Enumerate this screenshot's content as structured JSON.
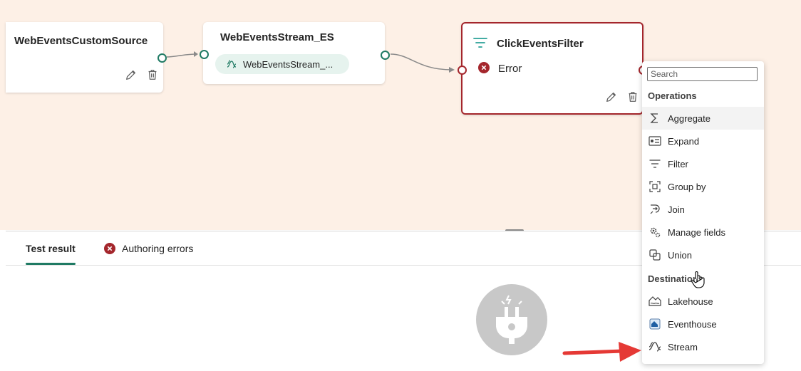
{
  "canvas": {
    "nodes": {
      "source": {
        "title": "WebEventsCustomSource"
      },
      "stream": {
        "title": "WebEventsStream_ES",
        "pill_label": "WebEventsStream_..."
      },
      "filter": {
        "title": "ClickEventsFilter",
        "status": "Error"
      }
    }
  },
  "bottom": {
    "tabs": [
      {
        "label": "Test result",
        "active": true
      },
      {
        "label": "Authoring errors",
        "active": false
      }
    ]
  },
  "menu": {
    "search_placeholder": "Search",
    "sections": {
      "operations": "Operations",
      "destinations": "Destinations"
    },
    "operations": [
      {
        "label": "Aggregate",
        "icon": "sigma-icon"
      },
      {
        "label": "Expand",
        "icon": "expand-icon"
      },
      {
        "label": "Filter",
        "icon": "filter-icon"
      },
      {
        "label": "Group by",
        "icon": "group-by-icon"
      },
      {
        "label": "Join",
        "icon": "join-icon"
      },
      {
        "label": "Manage fields",
        "icon": "gear-icon"
      },
      {
        "label": "Union",
        "icon": "union-icon"
      }
    ],
    "destinations": [
      {
        "label": "Lakehouse",
        "icon": "lakehouse-icon"
      },
      {
        "label": "Eventhouse",
        "icon": "eventhouse-icon"
      },
      {
        "label": "Stream",
        "icon": "stream-icon"
      }
    ]
  },
  "colors": {
    "canvas_bg": "#fdf0e6",
    "accent": "#1f7a63",
    "error": "#a4262c",
    "annotation_arrow": "#e53935"
  }
}
